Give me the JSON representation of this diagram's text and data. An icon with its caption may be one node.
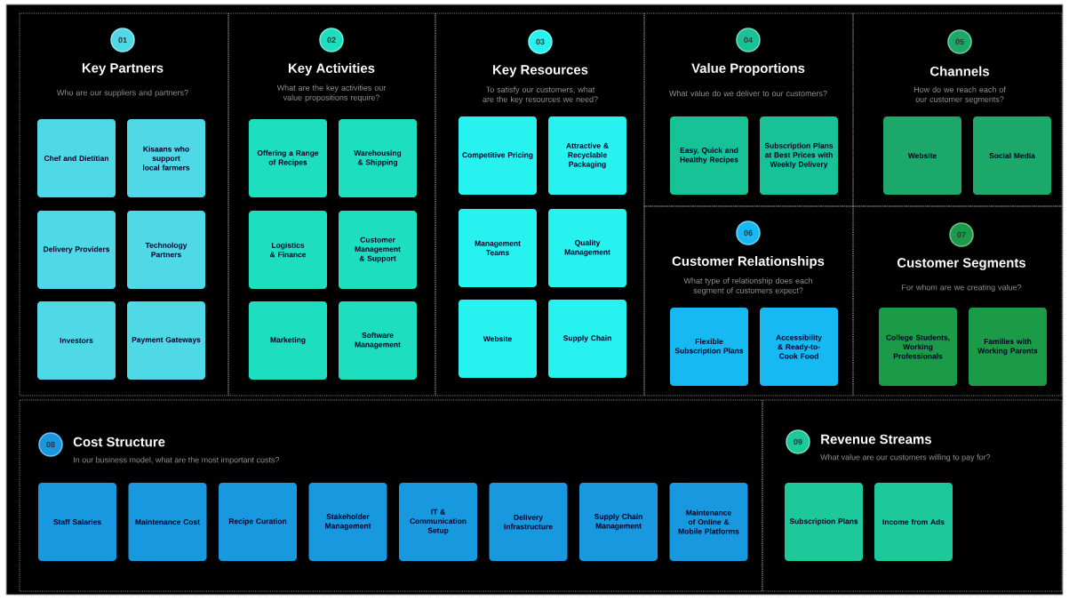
{
  "diagram": {
    "nodes": [
      {
        "text": [
          "Key Partners",
          "Who are our suppliers and partners?"
        ]
      },
      {
        "text": [
          "01"
        ],
        "in": 0
      },
      {
        "text": [
          "Chef and Dietitian"
        ],
        "in": 0
      },
      {
        "text": [
          "Kisaans who support local farmers"
        ],
        "in": 0
      },
      {
        "text": [
          "Delivery Providers"
        ],
        "in": 0
      },
      {
        "text": [
          "Technology Partners"
        ],
        "in": 0
      },
      {
        "text": [
          "Investors"
        ],
        "in": 0
      },
      {
        "text": [
          "Payment Gateways"
        ],
        "in": 0
      },
      {
        "text": [
          "Key Activities",
          "What are the key activities our value propositions require?"
        ]
      },
      {
        "text": [
          "02"
        ],
        "in": 8
      },
      {
        "text": [
          "Offering a Range of Recipes"
        ],
        "in": 8
      },
      {
        "text": [
          "Warehousing & Shipping"
        ],
        "in": 8
      },
      {
        "text": [
          "Logistics & Finance"
        ],
        "in": 8
      },
      {
        "text": [
          "Customer Management & Support"
        ],
        "in": 8
      },
      {
        "text": [
          "Marketing"
        ],
        "in": 8
      },
      {
        "text": [
          "Software Management"
        ],
        "in": 8
      },
      {
        "text": [
          "Key Resources",
          "To satisfy our customers, what are the key resources we need?"
        ]
      },
      {
        "text": [
          "03"
        ],
        "in": 16
      },
      {
        "text": [
          "Competitive Pricing"
        ],
        "in": 16
      },
      {
        "text": [
          "Attractive & Recyclable Packaging"
        ],
        "in": 16
      },
      {
        "text": [
          "Management Teams"
        ],
        "in": 16
      },
      {
        "text": [
          "Quality Management"
        ],
        "in": 16
      },
      {
        "text": [
          "Website"
        ],
        "in": 16
      },
      {
        "text": [
          "Supply Chain"
        ],
        "in": 16
      },
      {
        "text": [
          "Value Proportions",
          "What value do we deliver to our customers?"
        ]
      },
      {
        "text": [
          "04"
        ],
        "in": 24
      },
      {
        "text": [
          "Easy, Quick and Healthy Recipes"
        ],
        "in": 24
      },
      {
        "text": [
          "Subscription Plans at Best Prices with Weekly Delivery"
        ],
        "in": 24
      },
      {
        "text": [
          "Channels",
          "How do we reach each of our customer segments?"
        ]
      },
      {
        "text": [
          "05"
        ],
        "in": 28
      },
      {
        "text": [
          "Website"
        ],
        "in": 28
      },
      {
        "text": [
          "Social Media"
        ],
        "in": 28
      },
      {
        "text": [
          "Customer Relationships",
          "What type of relationship does each segment of customers expect?"
        ]
      },
      {
        "text": [
          "06"
        ],
        "in": 32
      },
      {
        "text": [
          "Flexible Subscription Plans"
        ],
        "in": 32
      },
      {
        "text": [
          "Accessibility & Ready-to-Cook Food"
        ],
        "in": 32
      },
      {
        "text": [
          "Customer Segments",
          "For whom are we creating value?"
        ]
      },
      {
        "text": [
          "07"
        ],
        "in": 36
      },
      {
        "text": [
          "College Students, Working Professionals"
        ],
        "in": 36
      },
      {
        "text": [
          "Families with Working Parents"
        ],
        "in": 36
      },
      {
        "text": [
          "Cost Structure",
          "In our business model, what are the most important costs?"
        ]
      },
      {
        "text": [
          "08"
        ],
        "in": 40
      },
      {
        "text": [
          "Staff Salaries"
        ],
        "in": 40
      },
      {
        "text": [
          "Maintenance Cost"
        ],
        "in": 40
      },
      {
        "text": [
          "Recipe Curation"
        ],
        "in": 40
      },
      {
        "text": [
          "Stakeholder Management"
        ],
        "in": 40
      },
      {
        "text": [
          "IT & Communication Setup"
        ],
        "in": 40
      },
      {
        "text": [
          "Delivery Infrastructure"
        ],
        "in": 40
      },
      {
        "text": [
          "Supply Chain Management"
        ],
        "in": 40
      },
      {
        "text": [
          "Maintenance of Online & Mobile Platforms"
        ],
        "in": 40
      },
      {
        "text": [
          "Revenue Streams",
          "What value are our customers willing to pay for?"
        ]
      },
      {
        "text": [
          "09"
        ],
        "in": 50
      },
      {
        "text": [
          "Subscription Plans"
        ],
        "in": 50
      },
      {
        "text": [
          "Income from Ads"
        ],
        "in": 50
      }
    ]
  }
}
